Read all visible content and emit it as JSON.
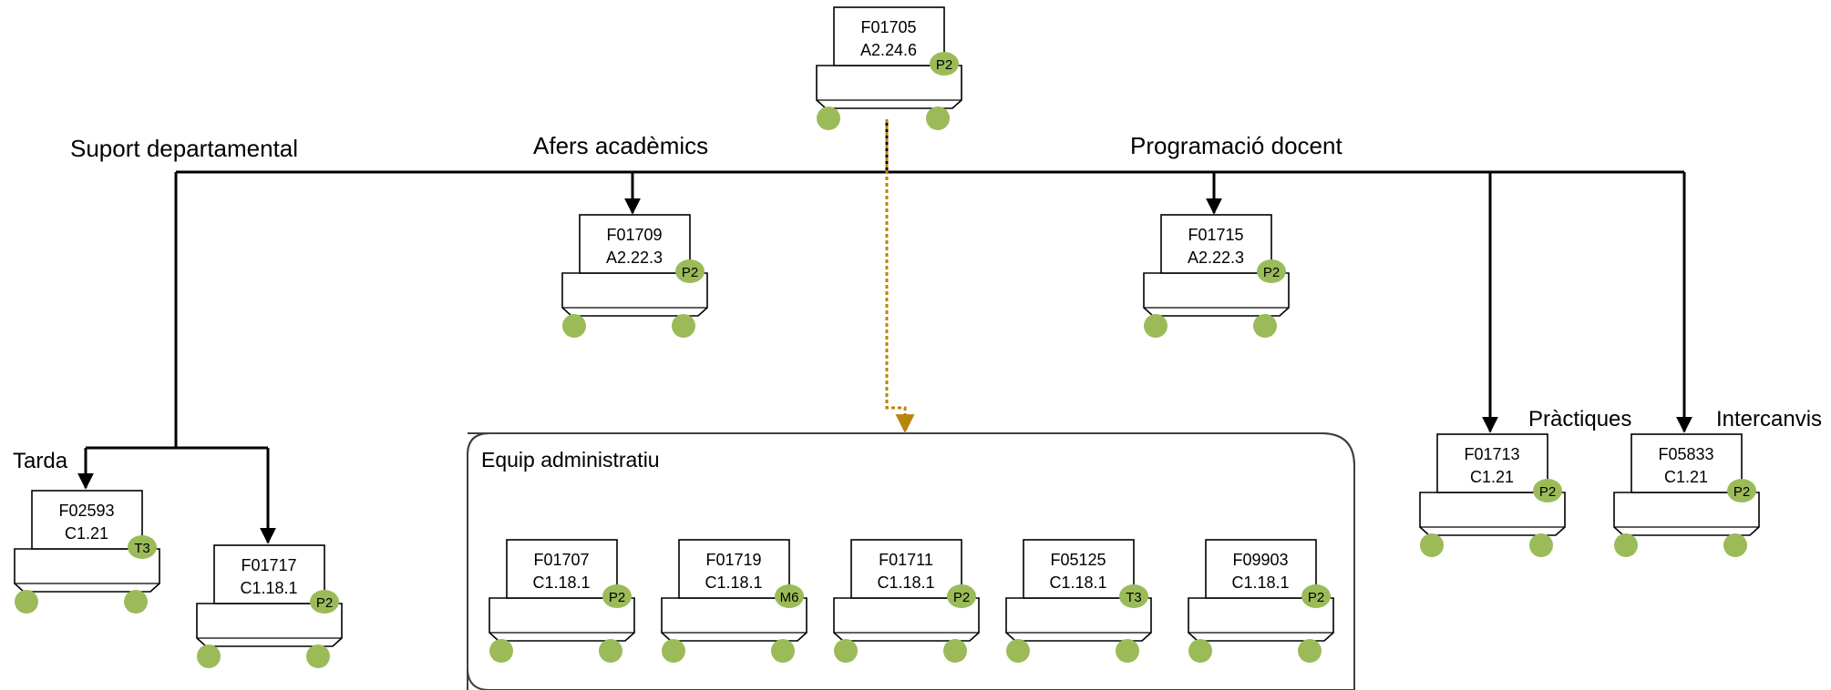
{
  "colors": {
    "line": "#000000",
    "dotted_link": "#B8860B",
    "badge_fill": "#9BBB59",
    "node_fill": "#FFFFFF",
    "group_border": "#404040"
  },
  "categories": {
    "suport": "Suport departamental",
    "afers": "Afers acadèmics",
    "programacio": "Programació docent",
    "tarda": "Tarda",
    "practiques": "Pràctiques",
    "intercanvis": "Intercanvis"
  },
  "group": {
    "title": "Equip administratiu"
  },
  "nodes": {
    "root": {
      "code": "F01705",
      "level": "A2.24.6",
      "badge": "P2"
    },
    "afers": {
      "code": "F01709",
      "level": "A2.22.3",
      "badge": "P2"
    },
    "prog": {
      "code": "F01715",
      "level": "A2.22.3",
      "badge": "P2"
    },
    "tarda1": {
      "code": "F02593",
      "level": "C1.21",
      "badge": "T3"
    },
    "tarda2": {
      "code": "F01717",
      "level": "C1.18.1",
      "badge": "P2"
    },
    "prac": {
      "code": "F01713",
      "level": "C1.21",
      "badge": "P2"
    },
    "inter": {
      "code": "F05833",
      "level": "C1.21",
      "badge": "P2"
    },
    "eq1": {
      "code": "F01707",
      "level": "C1.18.1",
      "badge": "P2"
    },
    "eq2": {
      "code": "F01719",
      "level": "C1.18.1",
      "badge": "M6"
    },
    "eq3": {
      "code": "F01711",
      "level": "C1.18.1",
      "badge": "P2"
    },
    "eq4": {
      "code": "F05125",
      "level": "C1.18.1",
      "badge": "T3"
    },
    "eq5": {
      "code": "F09903",
      "level": "C1.18.1",
      "badge": "P2"
    }
  }
}
